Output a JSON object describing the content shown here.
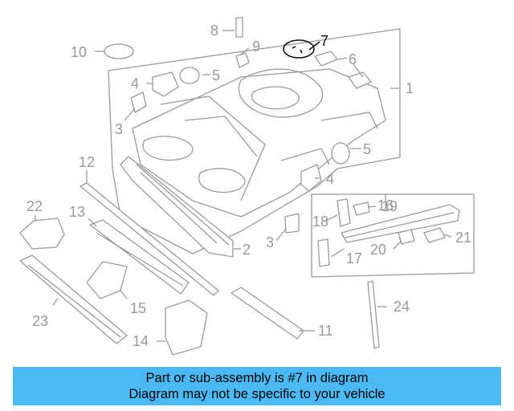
{
  "callouts": {
    "c1": "1",
    "c2": "2",
    "c3a": "3",
    "c3b": "3",
    "c4a": "4",
    "c4b": "4",
    "c5a": "5",
    "c5b": "5",
    "c6": "6",
    "c7": "7",
    "c8": "8",
    "c9": "9",
    "c10": "10",
    "c11": "11",
    "c12": "12",
    "c13": "13",
    "c14": "14",
    "c15": "15",
    "c16": "16",
    "c17": "17",
    "c18": "18",
    "c19": "19",
    "c20": "20",
    "c21": "21",
    "c22": "22",
    "c23": "23",
    "c24": "24"
  },
  "highlighted_part": "7",
  "banner": {
    "line1": "Part or sub-assembly is #7 in diagram",
    "line2": "Diagram may not be specific to your vehicle"
  },
  "colors": {
    "banner_bg": "#4ab9f4",
    "line_art": "#9a9a9a",
    "highlight": "#111111"
  }
}
